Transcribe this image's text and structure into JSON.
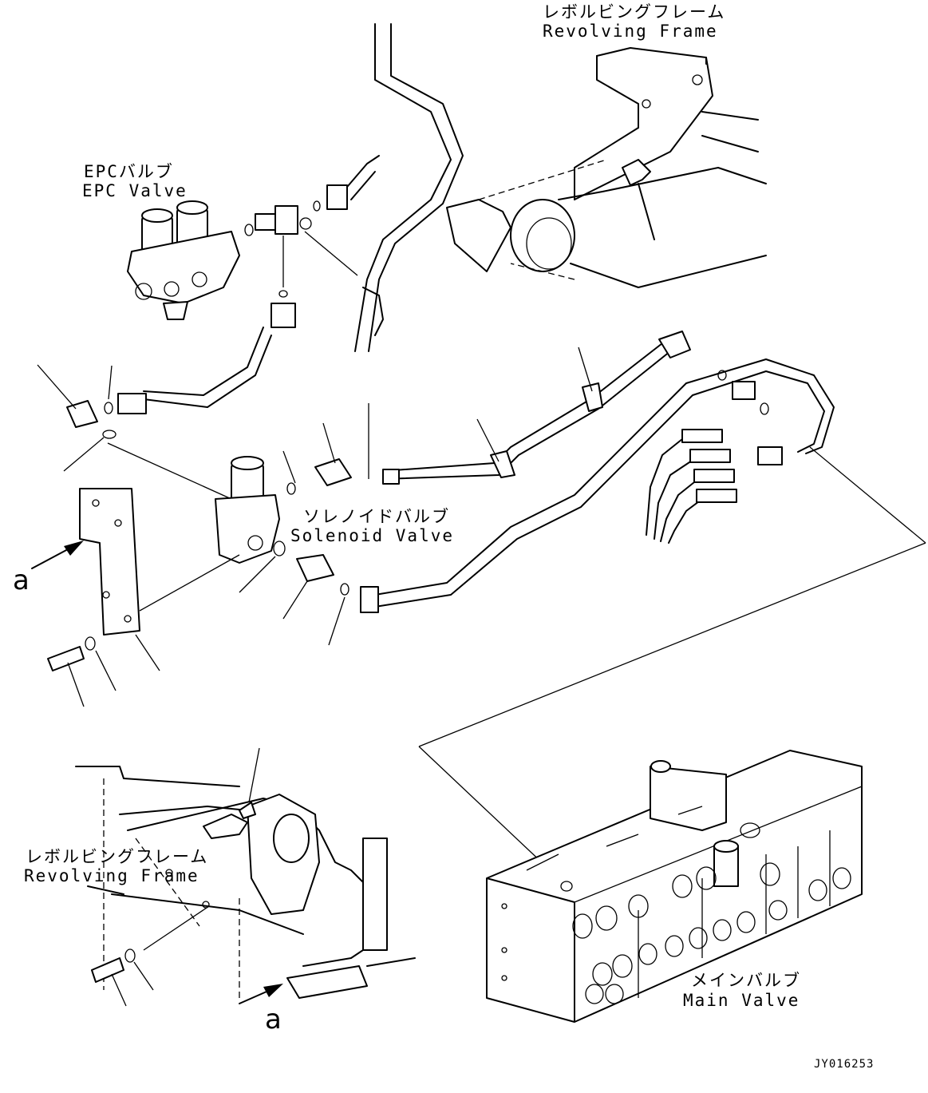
{
  "labels": {
    "revolving_frame_top_jp": "レボルビングフレーム",
    "revolving_frame_top_en": "Revolving Frame",
    "epc_valve_jp": "EPCバルブ",
    "epc_valve_en": "EPC Valve",
    "solenoid_valve_jp": "ソレノイドバルブ",
    "solenoid_valve_en": "Solenoid Valve",
    "revolving_frame_bottom_jp": "レボルビングフレーム",
    "revolving_frame_bottom_en": "Revolving Frame",
    "main_valve_jp": "メインバルブ",
    "main_valve_en": "Main Valve",
    "view_a_top": "a",
    "view_a_bottom": "a",
    "drawing_id": "JY016253"
  }
}
